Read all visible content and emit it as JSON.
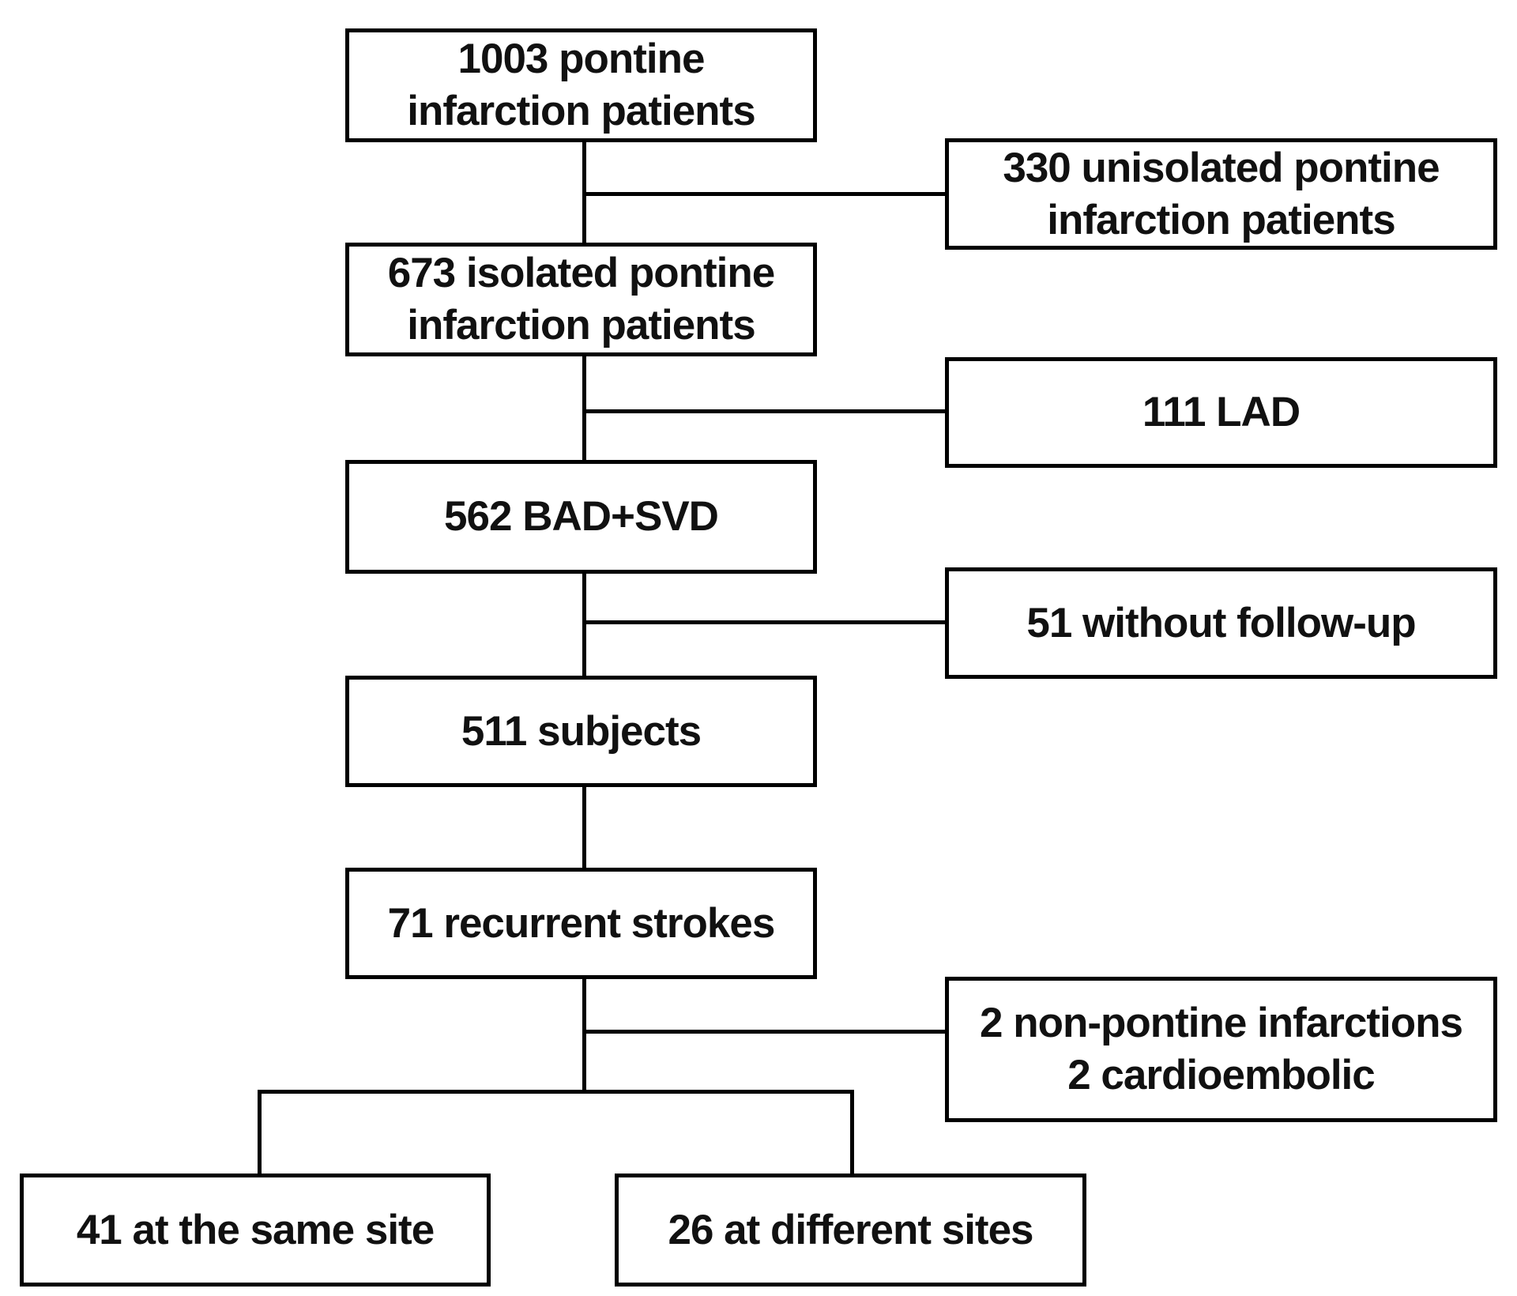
{
  "flowchart": {
    "boxes": {
      "initial": "1003 pontine\ninfarction patients",
      "excluded_unisolated": "330 unisolated pontine\ninfarction patients",
      "isolated": "673 isolated pontine\ninfarction patients",
      "excluded_lad": "111 LAD",
      "bad_svd": "562 BAD+SVD",
      "excluded_no_followup": "51 without follow-up",
      "subjects": "511 subjects",
      "recurrent": "71 recurrent strokes",
      "excluded_other": "2 non-pontine infarctions\n2 cardioembolic",
      "same_site": "41 at the same site",
      "different_sites": "26 at different sites"
    }
  }
}
